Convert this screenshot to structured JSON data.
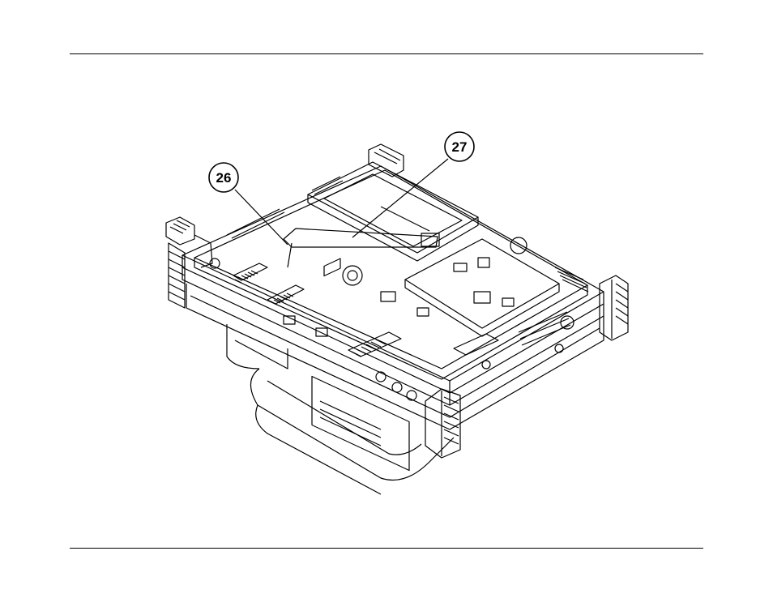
{
  "callouts": [
    {
      "id": "callout-26",
      "label": "26"
    },
    {
      "id": "callout-27",
      "label": "27"
    }
  ]
}
